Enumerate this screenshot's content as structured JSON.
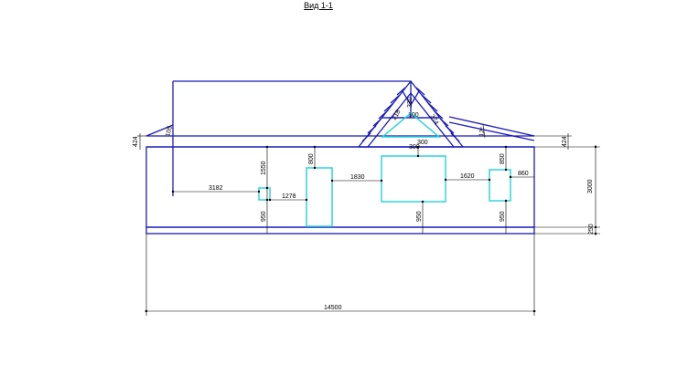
{
  "title": "Вид 1-1",
  "dimensions": {
    "overall_width": "14500",
    "overall_height": "3000",
    "base_height": "250",
    "left_wall_offset": "3182",
    "left_window_gap": "1278",
    "door_to_window": "1830",
    "window_to_window": "1620",
    "right_window_offset": "860",
    "left_window_head": "1550",
    "left_window_sill": "950",
    "door_head": "800",
    "center_window_head": "300",
    "center_window_sill": "950",
    "right_window_head": "850",
    "right_window_sill": "950",
    "eave_left": "424",
    "eave_right": "424",
    "roof_left_small": "105",
    "roof_angle_right": "12°",
    "truss_top": "100",
    "truss_left": "218",
    "truss_right": "374",
    "truss_peak": "330",
    "truss_base": "300"
  },
  "colors": {
    "outline": "#1a1ab8",
    "openings": "#2fd4e0",
    "dimension_lines": "#000000"
  }
}
